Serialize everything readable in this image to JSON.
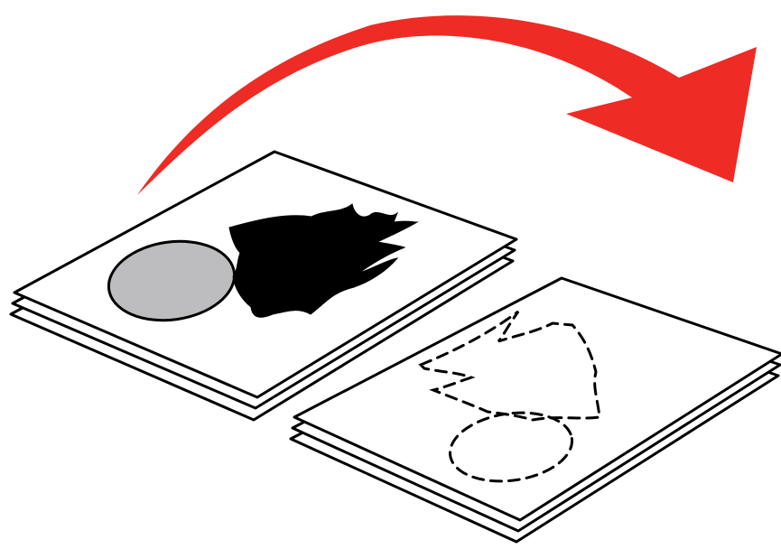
{
  "colors": {
    "arrow": "#ee2b24",
    "sheet_fill": "#ffffff",
    "outline": "#000000",
    "ellipse_fill": "#bdbdbf",
    "tree_fill": "#000000",
    "background": "#ffffff"
  },
  "icons": {
    "arrow": "curved-arrow-icon",
    "source_stack": "paper-stack-icon",
    "target_stack": "paper-stack-icon"
  },
  "scene": {
    "source_stack": {
      "sheet_count": 3,
      "art": "solid-tree-and-filled-ellipse"
    },
    "target_stack": {
      "sheet_count": 3,
      "art": "dashed-outline-tree-and-ellipse"
    }
  }
}
